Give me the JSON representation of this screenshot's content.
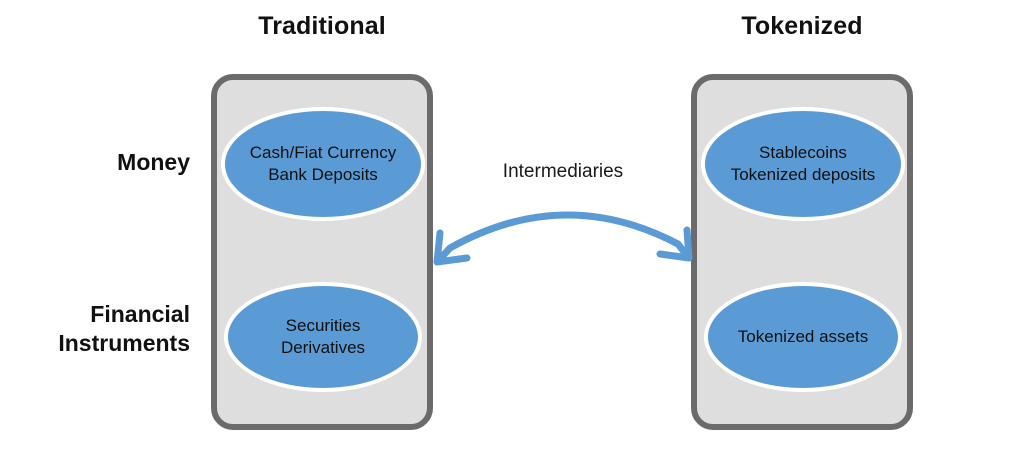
{
  "diagram": {
    "title_left": "Traditional",
    "title_right": "Tokenized",
    "row_labels": {
      "money": "Money",
      "financial": "Financial\nInstruments"
    },
    "connector": {
      "label": "Intermediaries",
      "style": "double-headed curved arrow",
      "color": "#5b9bd5"
    },
    "columns": [
      {
        "id": "traditional",
        "heading": "Traditional",
        "nodes": [
          {
            "row": "money",
            "text": "Cash/Fiat Currency\nBank Deposits"
          },
          {
            "row": "financial",
            "text": "Securities\nDerivatives"
          }
        ]
      },
      {
        "id": "tokenized",
        "heading": "Tokenized",
        "nodes": [
          {
            "row": "money",
            "text": "Stablecoins\nTokenized deposits"
          },
          {
            "row": "financial",
            "text": "Tokenized assets"
          }
        ]
      }
    ],
    "colors": {
      "node_fill": "#5b9bd5",
      "node_stroke": "#ffffff",
      "panel_fill": "#dedede",
      "panel_stroke": "#6b6b6b",
      "text": "#111111",
      "background": "#ffffff"
    }
  }
}
